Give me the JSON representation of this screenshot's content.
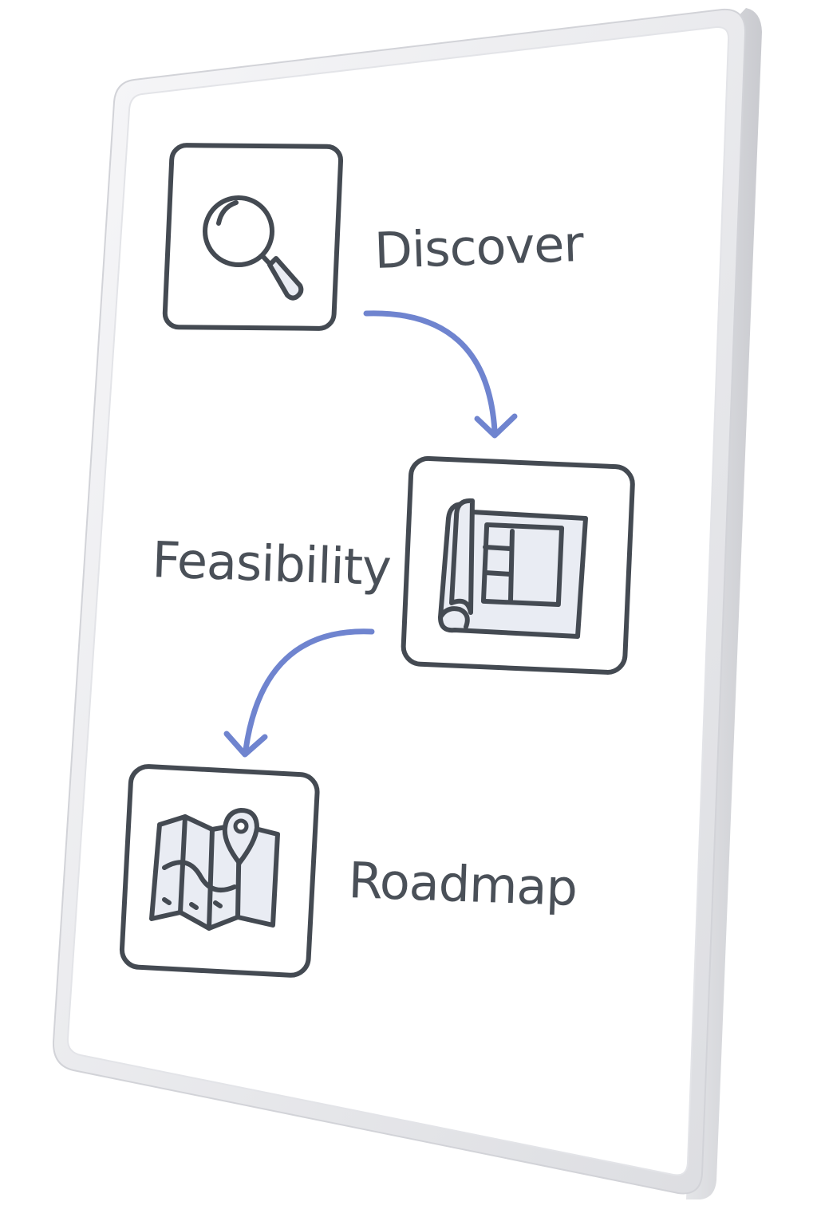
{
  "steps": [
    {
      "label": "Discover",
      "icon": "magnifying-glass-icon"
    },
    {
      "label": "Feasibility",
      "icon": "blueprint-icon"
    },
    {
      "label": "Roadmap",
      "icon": "map-pin-icon"
    }
  ],
  "colors": {
    "frame": "#f1f1f3",
    "panel": "#ffffff",
    "icon_stroke": "#444a52",
    "icon_fill": "#e9ecf3",
    "label_text": "#4a5058",
    "arrow": "#6f84cf"
  }
}
